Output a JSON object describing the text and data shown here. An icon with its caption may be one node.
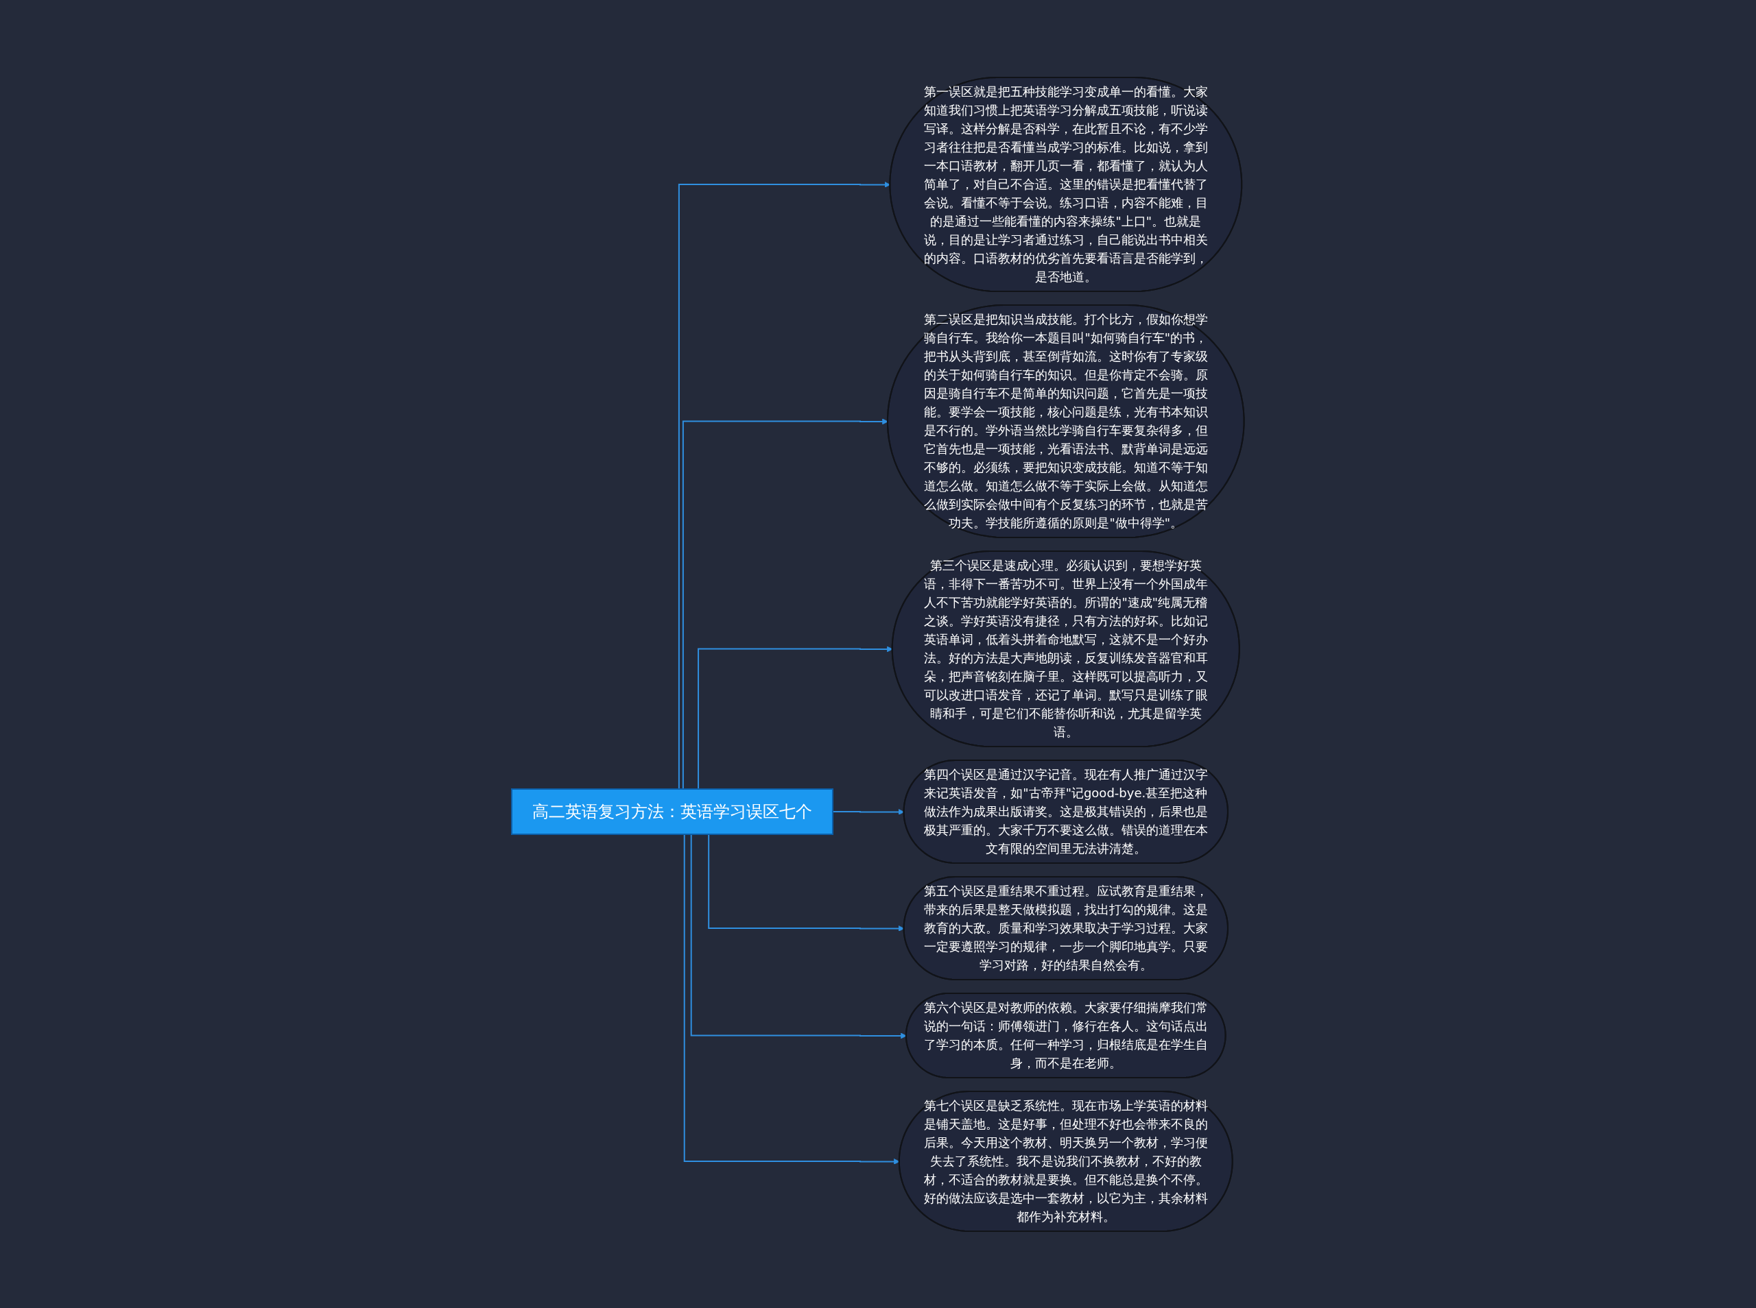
{
  "diagram": {
    "nodes": [
      {
        "text": [
          "高二英语复习方法：英语学习误区七个"
        ]
      },
      {
        "text": [
          "第一误区就是把五种技能学习变成单一的看懂。大家知道我们习惯上把英语学习分解成五项技能，听说读写译。这样分解是否科学，在此暂且不论，有不少学习者往往把是否看懂当成学习的标准。比如说，拿到一本口语教材，翻开几页一看，都看懂了，就认为人简单了，对自己不合适。这里的错误是把看懂代替了会说。看懂不等于会说。练习口语，内容不能难，目的是通过一些能看懂的内容来操练\"上口\"。也就是说，目的是让学习者通过练习，自己能说出书中相关的内容。口语教材的优劣首先要看语言是否能学到，是否地道。"
        ]
      },
      {
        "text": [
          "第二误区是把知识当成技能。打个比方，假如你想学骑自行车。我给你一本题目叫\"如何骑自行车\"的书，把书从头背到底，甚至倒背如流。这时你有了专家级的关于如何骑自行车的知识。但是你肯定不会骑。原因是骑自行车不是简单的知识问题，它首先是一项技能。要学会一项技能，核心问题是练，光有书本知识是不行的。学外语当然比学骑自行车要复杂得多，但它首先也是一项技能，光看语法书、默背单词是远远不够的。必须练，要把知识变成技能。知道不等于知道怎么做。知道怎么做不等于实际上会做。从知道怎么做到实际会做中间有个反复练习的环节，也就是苦功夫。学技能所遵循的原则是\"做中得学\"。"
        ]
      },
      {
        "text": [
          "第三个误区是速成心理。必须认识到，要想学好英语，非得下一番苦功不可。世界上没有一个外国成年人不下苦功就能学好英语的。所谓的\"速成\"纯属无稽之谈。学好英语没有捷径，只有方法的好坏。比如记英语单词，低着头拼着命地默写，这就不是一个好办法。好的方法是大声地朗读，反复训练发音器官和耳朵，把声音铭刻在脑子里。这样既可以提高听力，又可以改进口语发音，还记了单词。默写只是训练了眼睛和手，可是它们不能替你听和说，尤其是留学英语。"
        ]
      },
      {
        "text": [
          "第四个误区是通过汉字记音。现在有人推广通过汉字来记英语发音，如\"古帝拜\"记good-bye.甚至把这种做法作为成果出版请奖。这是极其错误的，后果也是极其严重的。大家千万不要这么做。错误的道理在本文有限的空间里无法讲清楚。"
        ]
      },
      {
        "text": [
          "第五个误区是重结果不重过程。应试教育是重结果，带来的后果是整天做模拟题，找出打勾的规律。这是教育的大敌。质量和学习效果取决于学习过程。大家一定要遵照学习的规律，一步一个脚印地真学。只要学习对路，好的结果自然会有。"
        ]
      },
      {
        "text": [
          "第六个误区是对教师的依赖。大家要仔细揣摩我们常说的一句话：师傅领进门，修行在各人。这句话点出了学习的本质。任何一种学习，归根结底是在学生自身，而不是在老师。"
        ]
      },
      {
        "text": [
          "第七个误区是缺乏系统性。现在市场上学英语的材料是铺天盖地。这是好事，但处理不好也会带来不良的后果。今天用这个教材、明天换另一个教材，学习便失去了系统性。我不是说我们不换教材，不好的教材，不适合的教材就是要换。但不能总是换个不停。好的做法应该是选中一套教材，以它为主，其余材料都作为补充材料。"
        ]
      }
    ],
    "edges": [
      {
        "from": 0,
        "to": 1,
        "arrow": "to"
      },
      {
        "from": 0,
        "to": 2,
        "arrow": "to"
      },
      {
        "from": 0,
        "to": 3,
        "arrow": "to"
      },
      {
        "from": 0,
        "to": 4,
        "arrow": "to"
      },
      {
        "from": 0,
        "to": 5,
        "arrow": "to"
      },
      {
        "from": 0,
        "to": 6,
        "arrow": "to"
      },
      {
        "from": 0,
        "to": 7,
        "arrow": "to"
      }
    ]
  }
}
